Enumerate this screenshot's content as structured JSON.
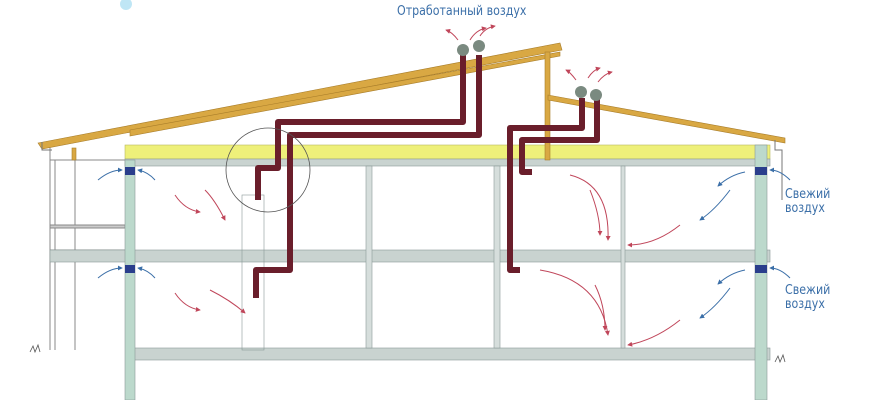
{
  "labels": {
    "exhaust_air": "Отработанный воздух",
    "fresh_air_upper_line1": "Свежий",
    "fresh_air_upper_line2": "воздух",
    "fresh_air_lower_line1": "Свежий",
    "fresh_air_lower_line2": "воздух"
  },
  "colors": {
    "duct": "#6a1e2b",
    "roof": "#d9a843",
    "insulation": "#eef07a",
    "slab": "#c9d3d0",
    "arrow_inner": "#c0465a",
    "arrow_fresh": "#3b6fa8",
    "window": "#2a3e8c"
  }
}
